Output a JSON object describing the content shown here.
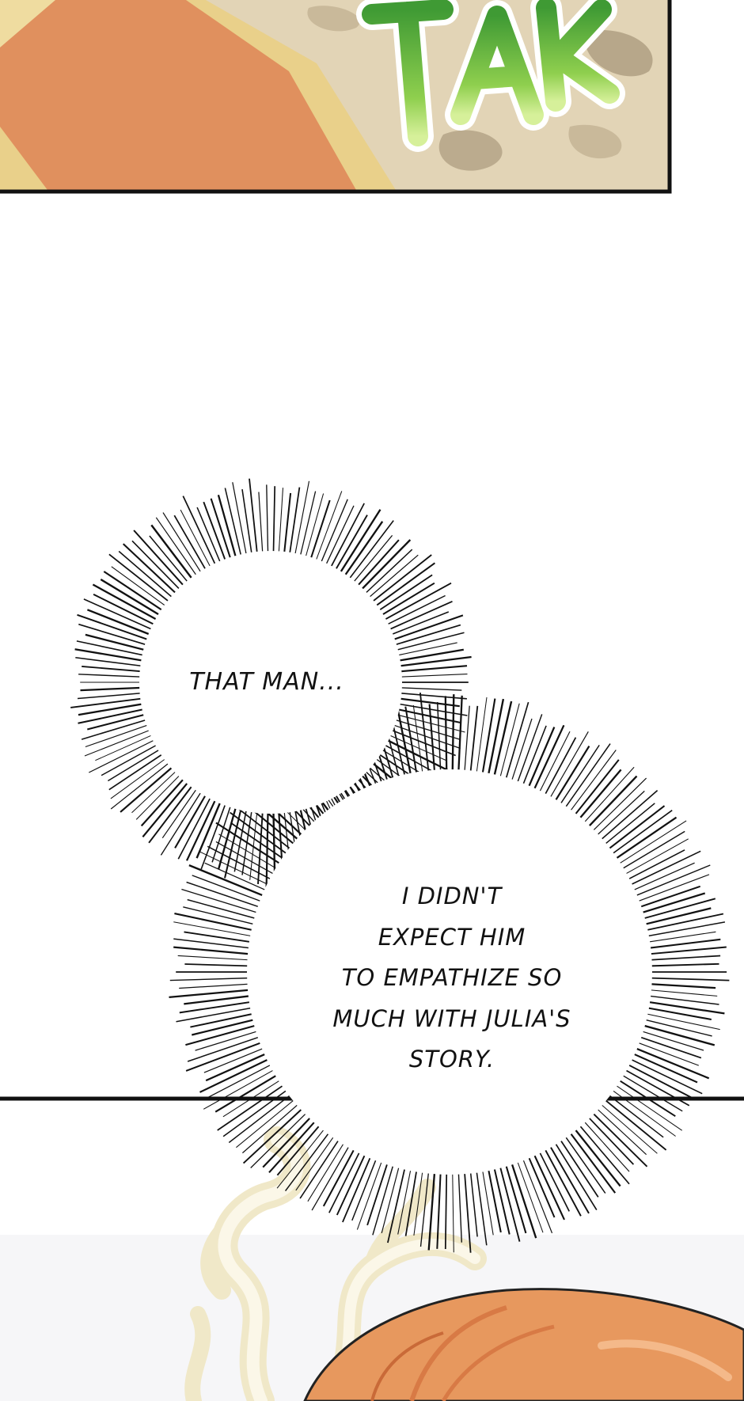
{
  "sfx": {
    "text": "TAK"
  },
  "bubbles": [
    {
      "lines": [
        "THAT MAN..."
      ]
    },
    {
      "lines": [
        "I DIDN'T",
        "EXPECT HIM",
        "TO EMPATHIZE SO",
        "MUCH WITH JULIA'S",
        "STORY."
      ]
    }
  ],
  "colors": {
    "page_background": "#ffffff",
    "panel_border": "#111111",
    "sfx_green": "#7cc242",
    "sfx_outline": "#ffffff",
    "ground_sand": "#e2d4b6",
    "carpet_orange": "#e0905e",
    "carpet_trim": "#e9d08a",
    "hair_orange": "#e7985e",
    "hair_dark": "#d87a45",
    "smoke_cream": "#f3ecd0"
  }
}
